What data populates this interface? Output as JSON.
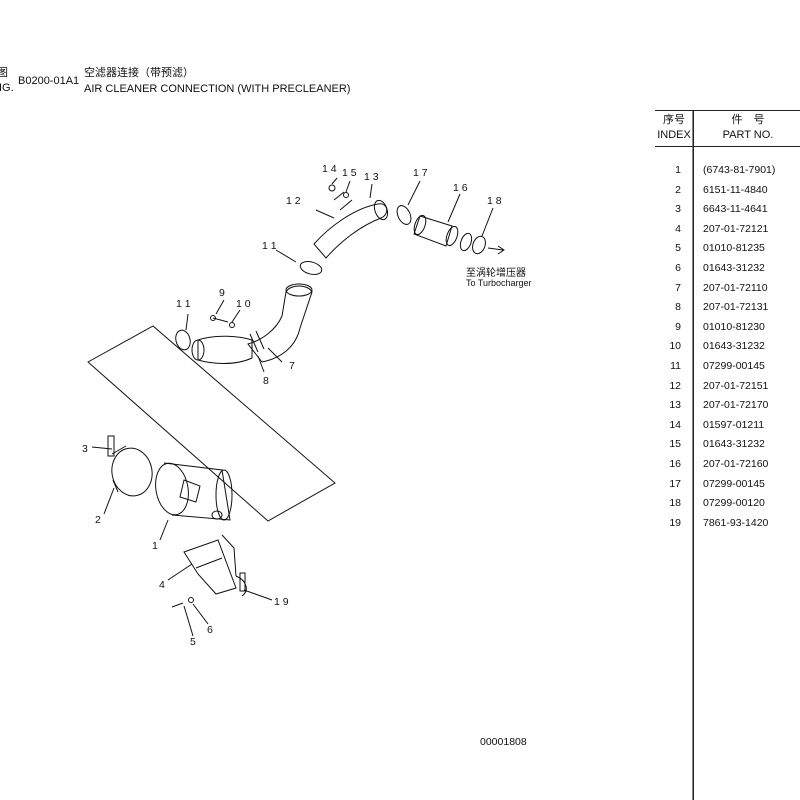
{
  "header": {
    "cut_char": "图",
    "cut_fig": "IG.",
    "fig_no": "B0200-01A1",
    "title_cn": "空滤器连接（带预滤）",
    "title_en": "AIR CLEANER CONNECTION (WITH PRECLEANER)"
  },
  "table": {
    "col_index_cn": "序号",
    "col_index_en": "INDEX",
    "col_part_cn": "件　号",
    "col_part_en": "PART NO.",
    "rows": [
      {
        "index": "1",
        "part_no": "(6743-81-7901)"
      },
      {
        "index": "2",
        "part_no": "6151-11-4840"
      },
      {
        "index": "3",
        "part_no": "6643-11-4641"
      },
      {
        "index": "4",
        "part_no": "207-01-72121"
      },
      {
        "index": "5",
        "part_no": "01010-81235"
      },
      {
        "index": "6",
        "part_no": "01643-31232"
      },
      {
        "index": "7",
        "part_no": "207-01-72110"
      },
      {
        "index": "8",
        "part_no": "207-01-72131"
      },
      {
        "index": "9",
        "part_no": "01010-81230"
      },
      {
        "index": "10",
        "part_no": "01643-31232"
      },
      {
        "index": "11",
        "part_no": "07299-00145"
      },
      {
        "index": "12",
        "part_no": "207-01-72151"
      },
      {
        "index": "13",
        "part_no": "207-01-72170"
      },
      {
        "index": "14",
        "part_no": "01597-01211"
      },
      {
        "index": "15",
        "part_no": "01643-31232"
      },
      {
        "index": "16",
        "part_no": "207-01-72160"
      },
      {
        "index": "17",
        "part_no": "07299-00145"
      },
      {
        "index": "18",
        "part_no": "07299-00120"
      },
      {
        "index": "19",
        "part_no": "7861-93-1420"
      }
    ]
  },
  "callouts": {
    "c1": "1",
    "c2": "2",
    "c3": "3",
    "c4": "4",
    "c5": "5",
    "c6": "6",
    "c7": "7",
    "c8": "8",
    "c9": "9",
    "c10": "1 0",
    "c11a": "1 1",
    "c11b": "1 1",
    "c12": "1 2",
    "c13": "1 3",
    "c14": "1 4",
    "c15": "1 5",
    "c16": "1 6",
    "c17": "1 7",
    "c18": "1 8",
    "c19": "1 9"
  },
  "annotation": {
    "turbo_cn": "至涡轮增压器",
    "turbo_en": "To Turbocharger"
  },
  "drawing_code": "00001808"
}
